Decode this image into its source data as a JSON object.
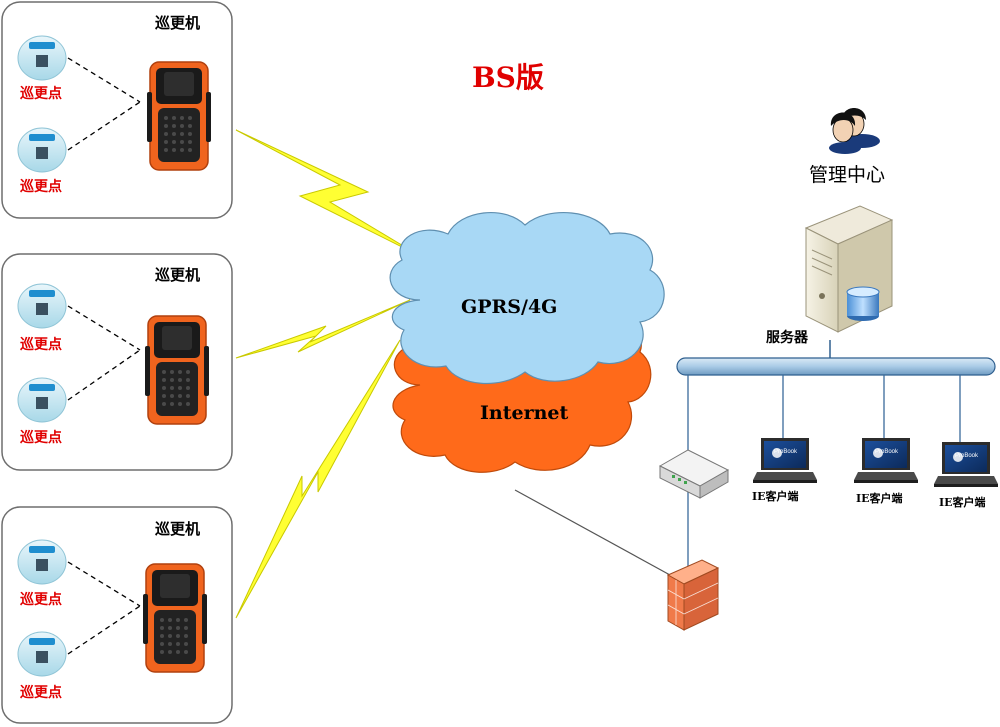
{
  "title": "BS版",
  "groups": [
    {
      "device_label": "巡更机",
      "points": [
        "巡更点",
        "巡更点"
      ]
    },
    {
      "device_label": "巡更机",
      "points": [
        "巡更点",
        "巡更点"
      ]
    },
    {
      "device_label": "巡更机",
      "points": [
        "巡更点",
        "巡更点"
      ]
    }
  ],
  "network": {
    "gprs_label": "GPRS/4G",
    "internet_label": "Internet"
  },
  "management": {
    "center_label": "管理中心",
    "server_label": "服务器",
    "clients": [
      {
        "label": "IE客户端",
        "brand": "ProBook"
      },
      {
        "label": "IE客户端",
        "brand": "ProBook"
      },
      {
        "label": "IE客户端",
        "brand": "ProBook"
      }
    ]
  },
  "colors": {
    "title": "#e00000",
    "point_label": "#e00000",
    "gprs_cloud": "#a8d8f5",
    "internet_cloud": "#ff6a1a",
    "device_body": "#f0641e",
    "lightning": "#ffff33",
    "bus": "#a9cbe6"
  }
}
